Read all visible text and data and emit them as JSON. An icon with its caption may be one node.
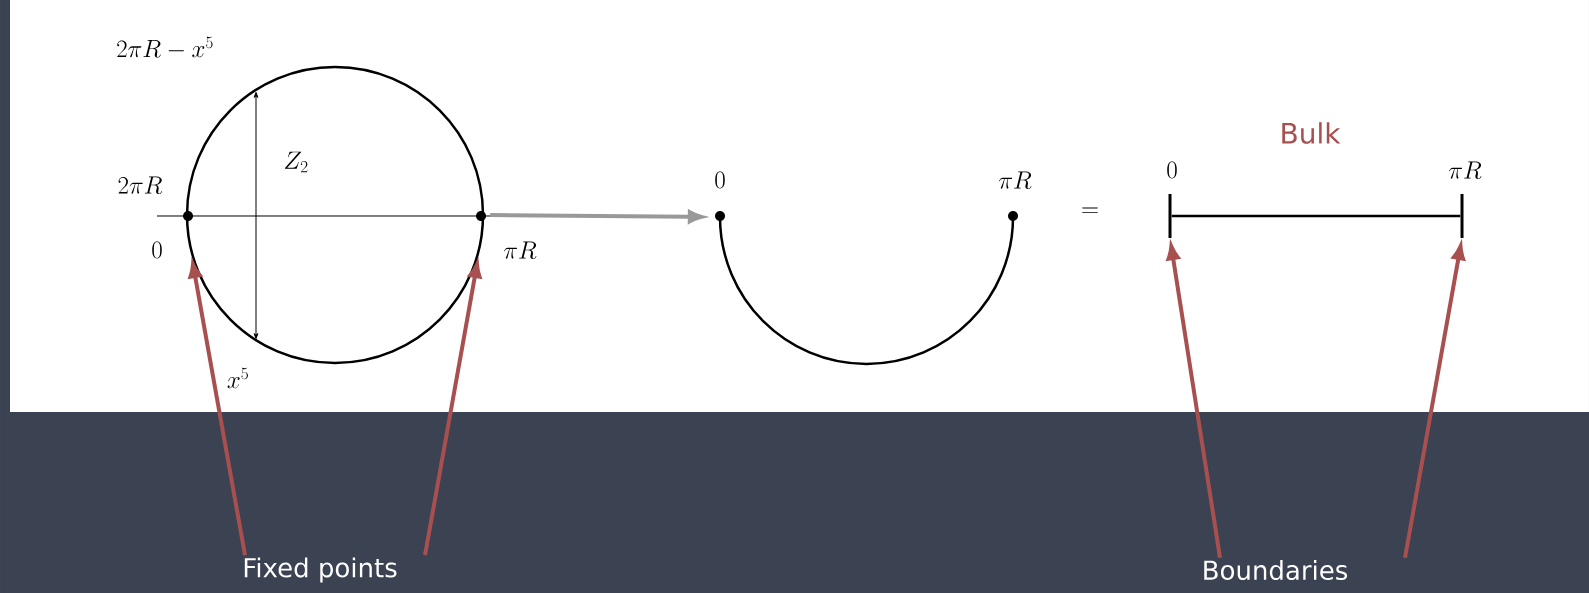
{
  "diagram": {
    "nodes": [
      {
        "text": [],
        "shape": "circle"
      },
      {
        "text": [],
        "shape": "arc"
      },
      {
        "text": [],
        "shape": "bar"
      },
      {
        "text": [],
        "shape": "bar"
      },
      {
        "text": [
          "Fixed points"
        ]
      },
      {
        "text": [
          "Boundaries"
        ]
      }
    ],
    "edges": [
      {
        "from": 0,
        "to": 1,
        "arrow": "to",
        "color": "#999999"
      },
      {
        "from": 4,
        "to": 0,
        "arrow": "to",
        "color": "#a85050"
      },
      {
        "from": 4,
        "to": 0,
        "arrow": "to",
        "color": "#a85050"
      },
      {
        "from": 5,
        "to": 2,
        "arrow": "to",
        "color": "#a85050"
      },
      {
        "from": 5,
        "to": 3,
        "arrow": "to",
        "color": "#a85050"
      },
      {
        "from": 2,
        "to": 3,
        "arrow": "none",
        "color": "#000000"
      }
    ],
    "labels": [
      "2\\pi R - x^5",
      "Z_2",
      "2\\pi R",
      "0",
      "\\pi R",
      "x^5",
      "0",
      "\\pi R",
      "=",
      "Bulk",
      "0",
      "\\pi R"
    ]
  }
}
